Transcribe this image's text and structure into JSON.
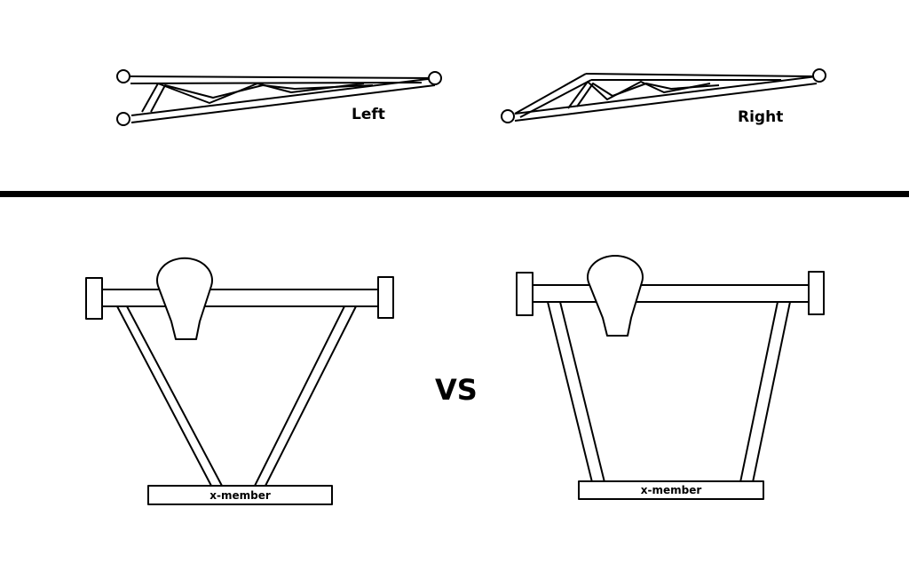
{
  "labels": {
    "left": "Left",
    "right": "Right",
    "vs": "VS",
    "xmember_left": "x-member",
    "xmember_right": "x-member"
  },
  "colors": {
    "stroke": "#000000",
    "background": "#ffffff"
  }
}
